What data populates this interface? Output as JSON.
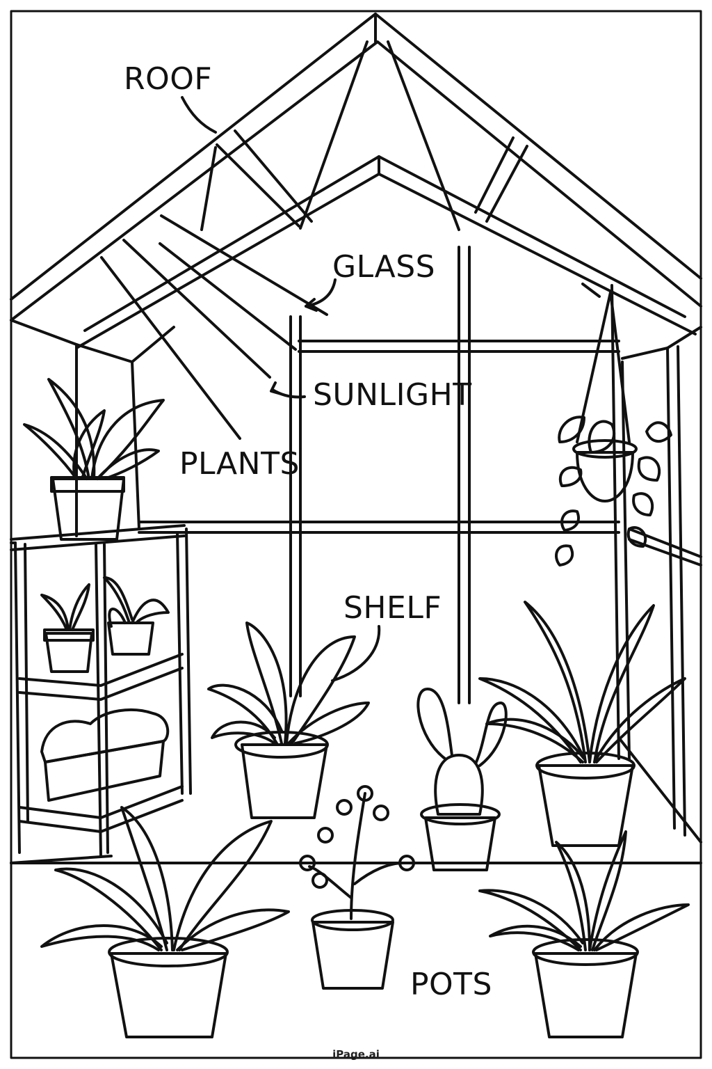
{
  "labels": {
    "roof": "ROOF",
    "glass": "GLASS",
    "sunlight": "SUNLIGHT",
    "plants": "PLANTS",
    "shelf": "SHELF",
    "pots": "POTS"
  },
  "credit": "iPage.ai",
  "colors": {
    "ink": "#111111",
    "paper": "#ffffff"
  }
}
